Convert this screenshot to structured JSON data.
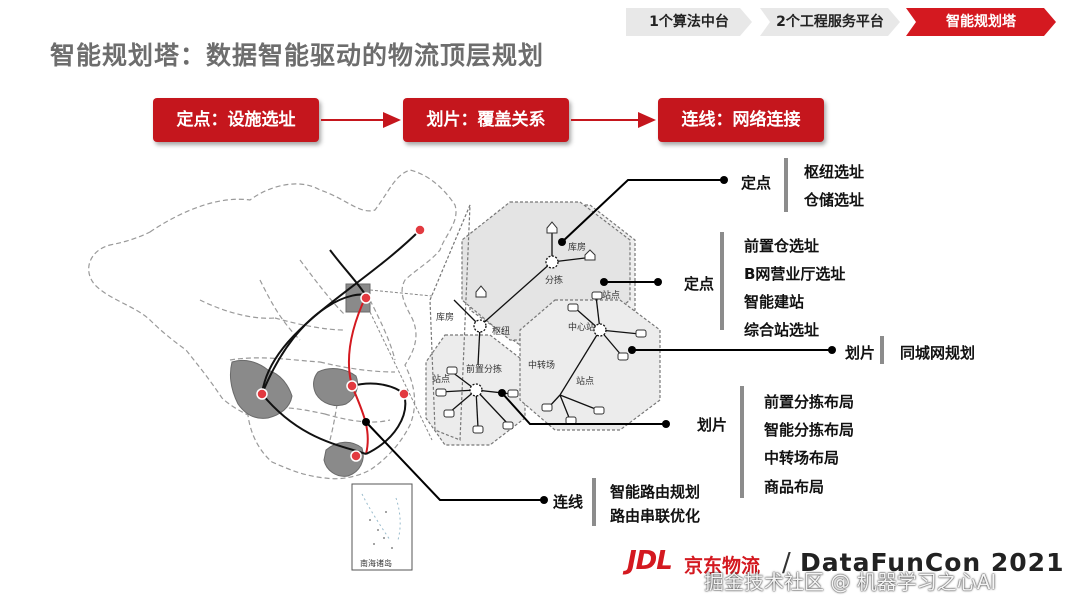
{
  "breadcrumb": [
    "1个算法中台",
    "2个工程服务平台",
    "智能规划塔"
  ],
  "title": "智能规划塔：数据智能驱动的物流顶层规划",
  "flow": [
    "定点：设施选址",
    "划片：覆盖关系",
    "连线：网络连接"
  ],
  "diagram": {
    "nodes": {
      "warehouse_top": "库房",
      "sorting": "分拣",
      "warehouse_left": "库房",
      "hub": "枢纽",
      "front_sort": "前置分拣",
      "station_left": "站点",
      "transfer": "中转场",
      "center_station": "中心站",
      "station_right": "站点",
      "station_bottom": "站点"
    },
    "map_inset": "南海诸岛"
  },
  "groups": {
    "dingdian_1": {
      "label": "定点",
      "items": [
        "枢纽选址",
        "仓储选址"
      ]
    },
    "dingdian_2": {
      "label": "定点",
      "items": [
        "前置仓选址",
        "B网营业厅选址",
        "智能建站",
        "综合站选址"
      ]
    },
    "huapian_1": {
      "label": "划片",
      "items": [
        "同城网规划"
      ]
    },
    "huapian_2": {
      "label": "划片",
      "items": [
        "前置分拣布局",
        "智能分拣布局",
        "中转场布局",
        "商品布局"
      ]
    },
    "lianxian": {
      "label": "连线",
      "items": [
        "智能路由规划",
        "路由串联优化"
      ]
    }
  },
  "footer": {
    "logo_jdl": "JDL",
    "logo_jd_cn": "京东物流",
    "conf": "DataFunCon 2021",
    "watermark": "掘金技术社区 @ 机器学习之心AI"
  },
  "colors": {
    "accent": "#c5161d",
    "active_crumb": "#d41920",
    "grey_bar": "#8c8c8c"
  }
}
